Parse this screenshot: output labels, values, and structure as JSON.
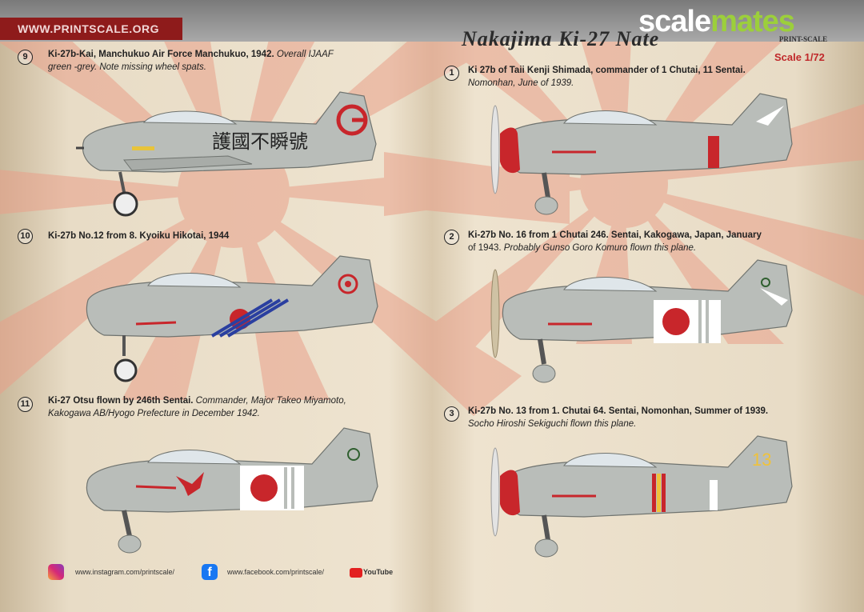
{
  "header": {
    "site_tag": "WWW.PRINTSCALE.ORG",
    "brand_part1": "scale",
    "brand_part2": "mates",
    "title": "Nakajima Ki-27 Nate",
    "maker": "PRINT-SCALE",
    "scale": "Scale 1/72"
  },
  "profiles": [
    {
      "number": "9",
      "line1": "Ki-27b-Kai, Manchukuo Air Force Manchukuo, 1942.",
      "line1_italic": " Overall IJAAF",
      "line2": "green -grey. Note missing wheel spats.",
      "kanji": "護國不瞬號"
    },
    {
      "number": "10",
      "line1": "Ki-27b No.12 from 8. Kyoiku Hikotai, 1944",
      "line1_italic": "",
      "line2": ""
    },
    {
      "number": "11",
      "line1": "Ki-27 Otsu flown by 246th Sentai.",
      "line1_italic": " Commander, Major Takeo Miyamoto,",
      "line2": "Kakogawa AB/Hyogo Prefecture in December 1942."
    },
    {
      "number": "1",
      "line1": "Ki 27b of Taii Kenji Shimada, commander of 1 Chutai, 11 Sentai.",
      "line1_italic": "",
      "line2": "Nomonhan, June of 1939."
    },
    {
      "number": "2",
      "line1": "Ki-27b No. 16 from 1 Chutai 246. Sentai, Kakogawa, Japan, January",
      "line1_italic": "",
      "line2_plain": "of 1943.",
      "line2": " Probably Gunso Goro Komuro flown this plane."
    },
    {
      "number": "3",
      "line1": "Ki-27b No. 13 from 1. Chutai 64. Sentai, Nomonhan, Summer of 1939.",
      "line1_italic": "",
      "line2": "Socho Hiroshi Sekiguchi flown this plane.",
      "tail_code": "13"
    }
  ],
  "footer": {
    "instagram": "www.instagram.com/printscale/",
    "facebook": "www.facebook.com/printscale/",
    "youtube": "YouTube"
  },
  "colors": {
    "plane_grey": "#b9bdb9",
    "hinomaru": "#c8262b",
    "sunburst": "#e9a08a",
    "brand_green": "#9ccf3b"
  }
}
